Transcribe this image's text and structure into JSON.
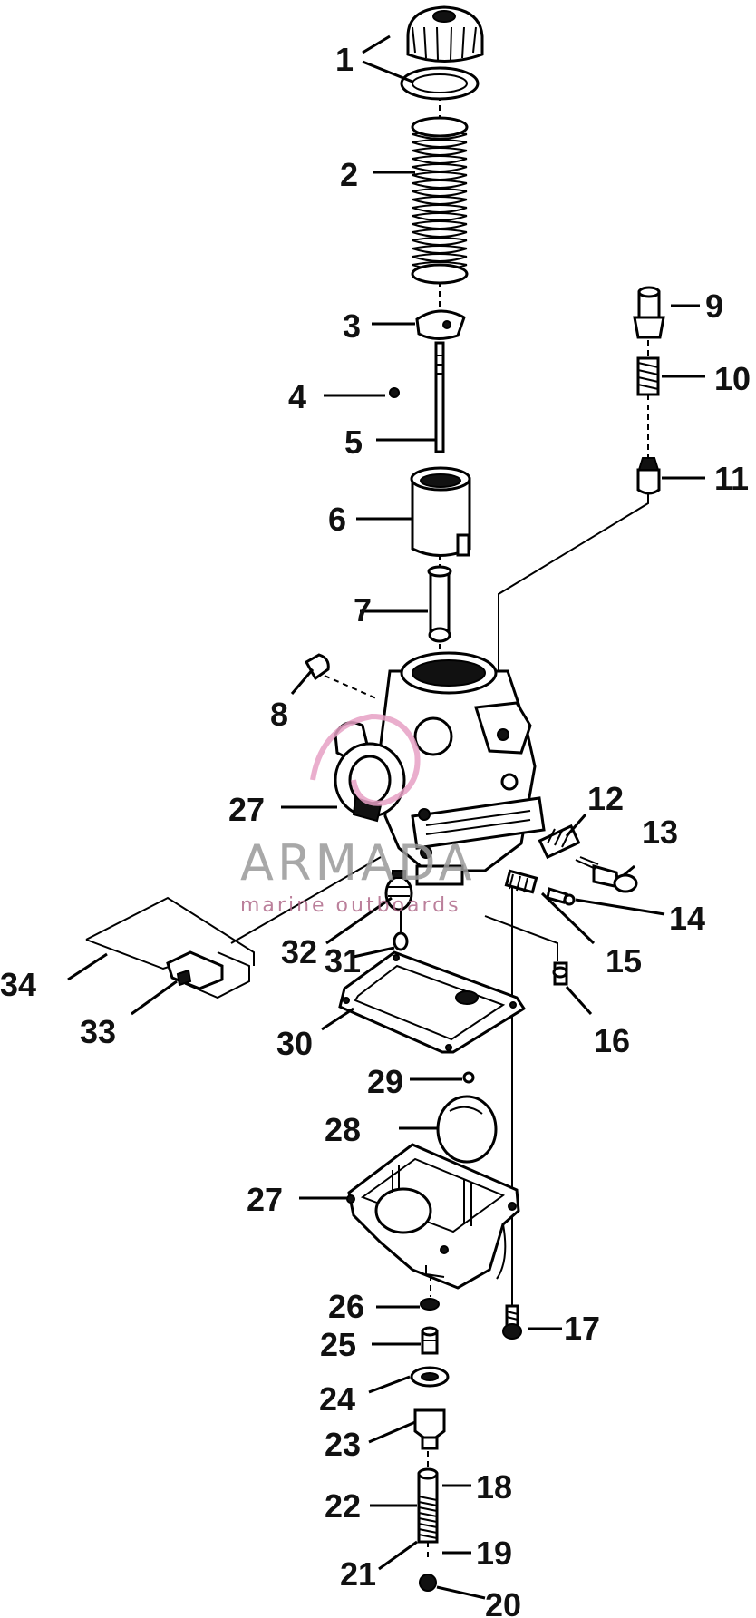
{
  "watermark": {
    "brand": "ARMADA",
    "tagline": "marine outboards",
    "accent": "#e6a0c4"
  },
  "labels": [
    {
      "id": "1",
      "text": "1"
    },
    {
      "id": "2",
      "text": "2"
    },
    {
      "id": "3",
      "text": "3"
    },
    {
      "id": "4",
      "text": "4"
    },
    {
      "id": "5",
      "text": "5"
    },
    {
      "id": "6",
      "text": "6"
    },
    {
      "id": "7",
      "text": "7"
    },
    {
      "id": "8",
      "text": "8"
    },
    {
      "id": "9",
      "text": "9"
    },
    {
      "id": "10",
      "text": "10"
    },
    {
      "id": "11",
      "text": "11"
    },
    {
      "id": "12",
      "text": "12"
    },
    {
      "id": "13",
      "text": "13"
    },
    {
      "id": "14",
      "text": "14"
    },
    {
      "id": "15",
      "text": "15"
    },
    {
      "id": "16",
      "text": "16"
    },
    {
      "id": "17",
      "text": "17"
    },
    {
      "id": "18",
      "text": "18"
    },
    {
      "id": "19",
      "text": "19"
    },
    {
      "id": "20",
      "text": "20"
    },
    {
      "id": "21",
      "text": "21"
    },
    {
      "id": "22",
      "text": "22"
    },
    {
      "id": "23",
      "text": "23"
    },
    {
      "id": "24",
      "text": "24"
    },
    {
      "id": "25",
      "text": "25"
    },
    {
      "id": "26",
      "text": "26"
    },
    {
      "id": "27a",
      "text": "27"
    },
    {
      "id": "27b",
      "text": "27"
    },
    {
      "id": "28",
      "text": "28"
    },
    {
      "id": "29",
      "text": "29"
    },
    {
      "id": "30",
      "text": "30"
    },
    {
      "id": "31",
      "text": "31"
    },
    {
      "id": "32",
      "text": "32"
    },
    {
      "id": "33",
      "text": "33"
    },
    {
      "id": "34",
      "text": "34"
    }
  ]
}
